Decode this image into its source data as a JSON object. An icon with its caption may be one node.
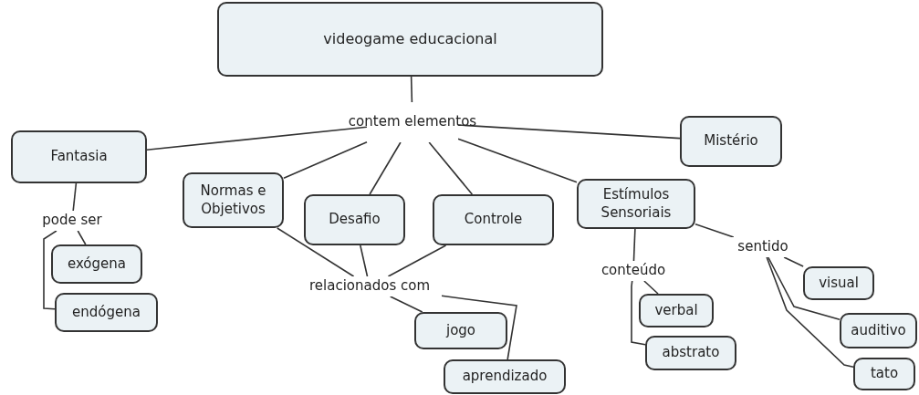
{
  "diagram": {
    "nodes": [
      {
        "text": [
          "videogame educacional"
        ]
      },
      {
        "text": [
          "contem elementos"
        ]
      },
      {
        "text": [
          "Fantasia"
        ]
      },
      {
        "text": [
          "Mistério"
        ]
      },
      {
        "text": [
          "Normas e Objetivos"
        ]
      },
      {
        "text": [
          "Desafio"
        ]
      },
      {
        "text": [
          "Controle"
        ]
      },
      {
        "text": [
          "Estímulos Sensoriais"
        ]
      },
      {
        "text": [
          "pode ser"
        ]
      },
      {
        "text": [
          "exógena"
        ]
      },
      {
        "text": [
          "endógena"
        ]
      },
      {
        "text": [
          "relacionados com"
        ]
      },
      {
        "text": [
          "jogo"
        ]
      },
      {
        "text": [
          "aprendizado"
        ]
      },
      {
        "text": [
          "conteúdo"
        ]
      },
      {
        "text": [
          "sentido"
        ]
      },
      {
        "text": [
          "verbal"
        ]
      },
      {
        "text": [
          "abstrato"
        ]
      },
      {
        "text": [
          "visual"
        ]
      },
      {
        "text": [
          "auditivo"
        ]
      },
      {
        "text": [
          "tato"
        ]
      }
    ],
    "edges": [
      {
        "from": 0,
        "to": 1,
        "arrow": "none"
      },
      {
        "from": 1,
        "to": 2,
        "arrow": "none"
      },
      {
        "from": 1,
        "to": 3,
        "arrow": "none"
      },
      {
        "from": 1,
        "to": 4,
        "arrow": "none"
      },
      {
        "from": 1,
        "to": 5,
        "arrow": "none"
      },
      {
        "from": 1,
        "to": 6,
        "arrow": "none"
      },
      {
        "from": 1,
        "to": 7,
        "arrow": "none"
      },
      {
        "from": 2,
        "to": 8,
        "arrow": "none"
      },
      {
        "from": 8,
        "to": 9,
        "arrow": "none"
      },
      {
        "from": 8,
        "to": 10,
        "arrow": "none"
      },
      {
        "from": 4,
        "to": 11,
        "arrow": "none"
      },
      {
        "from": 5,
        "to": 11,
        "arrow": "none"
      },
      {
        "from": 6,
        "to": 11,
        "arrow": "none"
      },
      {
        "from": 11,
        "to": 12,
        "arrow": "none"
      },
      {
        "from": 11,
        "to": 13,
        "arrow": "none"
      },
      {
        "from": 7,
        "to": 14,
        "arrow": "none"
      },
      {
        "from": 7,
        "to": 15,
        "arrow": "none"
      },
      {
        "from": 14,
        "to": 16,
        "arrow": "none"
      },
      {
        "from": 14,
        "to": 17,
        "arrow": "none"
      },
      {
        "from": 15,
        "to": 18,
        "arrow": "none"
      },
      {
        "from": 15,
        "to": 19,
        "arrow": "none"
      },
      {
        "from": 15,
        "to": 20,
        "arrow": "none"
      }
    ]
  }
}
